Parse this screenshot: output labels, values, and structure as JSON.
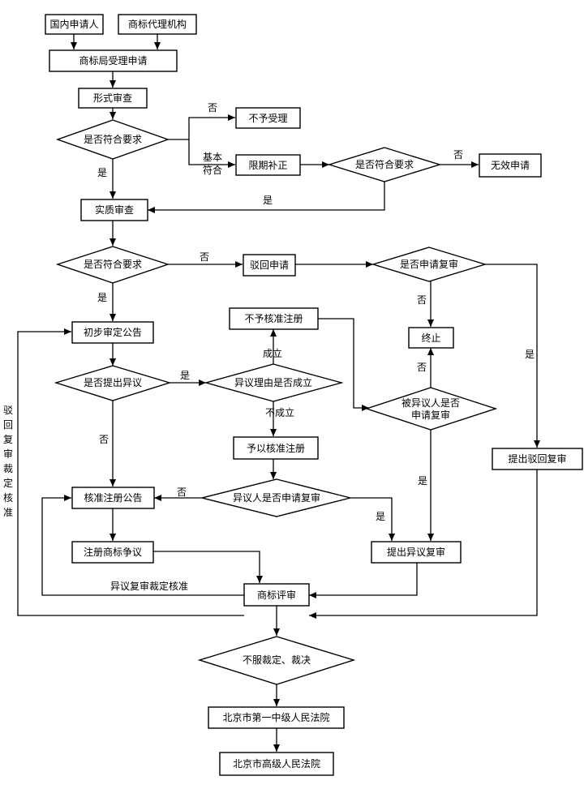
{
  "nodes": {
    "domestic_applicant": "国内申请人",
    "tm_agency": "商标代理机构",
    "office_accept": "商标局受理申请",
    "formal_exam": "形式审查",
    "meets_req_1": "是否符合要求",
    "not_accepted": "不予受理",
    "limited_correction": "限期补正",
    "meets_req_2": "是否符合要求",
    "invalid_application": "无效申请",
    "substantive_exam": "实质审查",
    "meets_req_3": "是否符合要求",
    "reject_application": "驳回申请",
    "apply_review_reject": "是否申请复审",
    "prelim_announce": "初步审定公告",
    "not_approve_reg": "不予核准注册",
    "terminate": "终止",
    "opposition_filed": "是否提出异议",
    "opposition_valid": "异议理由是否成立",
    "opposed_apply_review": "被异议人是否申请复审",
    "submit_reject_review": "提出驳回复审",
    "approve_reg": "予以核准注册",
    "reg_announce": "核准注册公告",
    "opponent_apply_review": "异议人是否申请复审",
    "dispute": "注册商标争议",
    "submit_opp_review": "提出异议复审",
    "tm_review": "商标评审",
    "disagree": "不服裁定、裁决",
    "court_1": "北京市第一中级人民法院",
    "court_2": "北京市高级人民法院"
  },
  "labels": {
    "no_1": "否",
    "basic_1": "基本",
    "basic_2": "符合",
    "yes_1": "是",
    "no_2": "否",
    "yes_2": "是",
    "no_3": "否",
    "yes_3": "是",
    "no_4": "否",
    "yes_4": "是",
    "yes_5": "是",
    "established": "成立",
    "no_5": "否",
    "not_established": "不成立",
    "no_6": "否",
    "no_7": "否",
    "yes_6": "是",
    "yes_7": "是",
    "opp_review_approved": "异议复审裁定核准",
    "left_vertical": "驳回复审裁定核准"
  }
}
